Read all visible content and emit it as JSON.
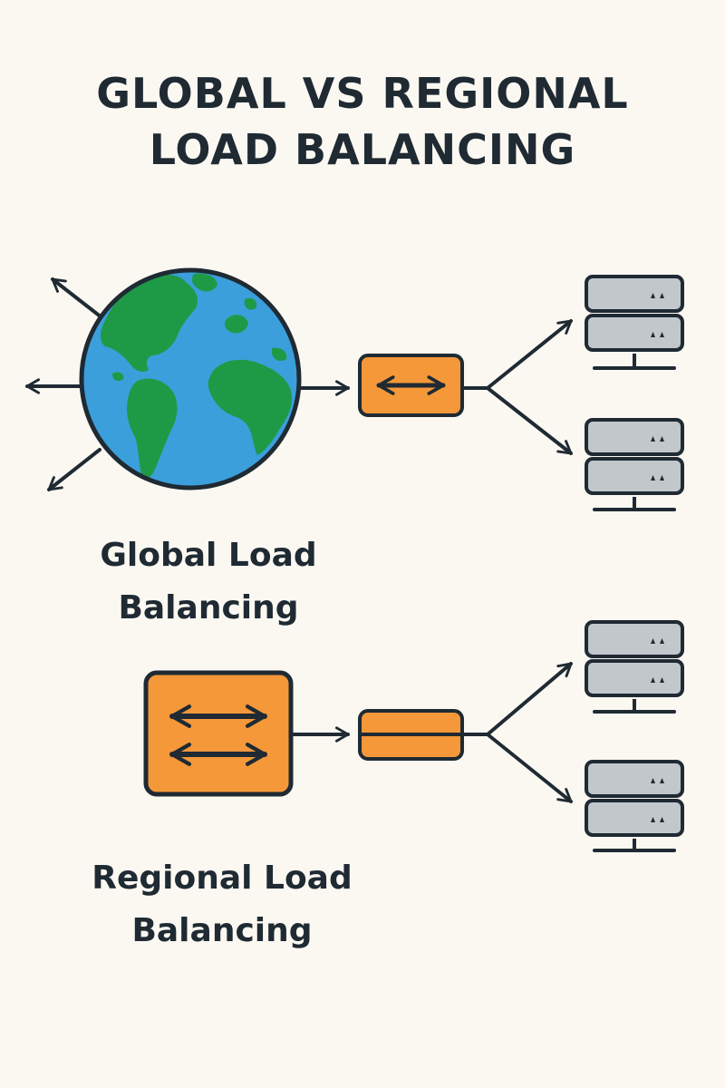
{
  "title": {
    "line1": "GLOBAL VS REGIONAL",
    "line2": "LOAD BALANCING"
  },
  "sections": {
    "global": {
      "label_line1": "Global Load",
      "label_line2": "Balancing"
    },
    "regional": {
      "label_line1": "Regional Load",
      "label_line2": "Balancing"
    }
  },
  "icons": {
    "globe": "globe-icon",
    "load_balancer": "load-balancer-icon",
    "server": "server-rack-icon",
    "arrow": "arrow-icon"
  },
  "colors": {
    "background": "#fbf8f2",
    "ink": "#1f2a33",
    "ocean": "#3b9fdb",
    "land": "#1e9a46",
    "balancer": "#f4983a",
    "server": "#c2c7cc"
  }
}
